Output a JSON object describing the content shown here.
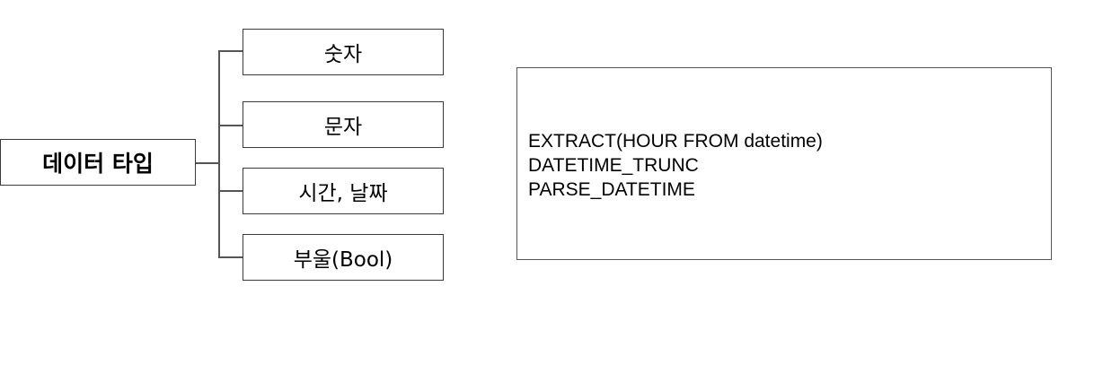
{
  "diagram": {
    "root": {
      "label": "데이터 타입"
    },
    "children": [
      {
        "label": "숫자"
      },
      {
        "label": "문자"
      },
      {
        "label": "시간, 날짜"
      },
      {
        "label": "부울(Bool)"
      }
    ],
    "note": {
      "lines": [
        "EXTRACT(HOUR FROM datetime)",
        "DATETIME_TRUNC",
        "PARSE_DATETIME"
      ]
    }
  }
}
